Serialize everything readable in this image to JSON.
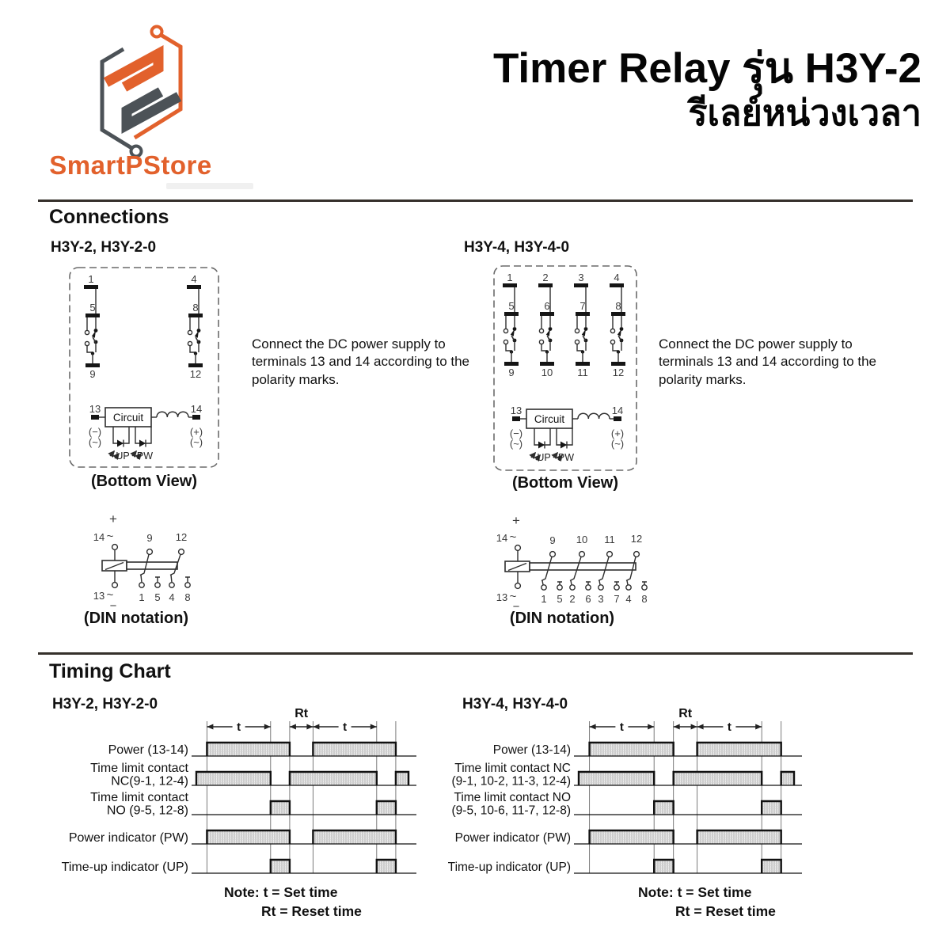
{
  "colors": {
    "logo_orange": "#e2612c",
    "logo_gray": "#4c5257",
    "ink": "#1a1a1a",
    "separator": "#35302b",
    "hatch_fill": "#ececec"
  },
  "header": {
    "brand": "SmartPStore",
    "title_line1": "Timer Relay รุ่น H3Y-2",
    "title_line2": "รีเลย์หน่วงเวลา"
  },
  "connections": {
    "heading": "Connections",
    "instruction": "Connect the DC power supply to terminals 13 and 14 according to the polarity marks.",
    "bottom_view_caption": "(Bottom View)",
    "din_caption": "(DIN notation)",
    "h3y2": {
      "title": "H3Y-2, H3Y-2-0",
      "poles": [
        {
          "nc": "1",
          "no": "5",
          "com": "9"
        },
        {
          "nc": "4",
          "no": "8",
          "com": "12"
        }
      ],
      "power": {
        "left_num": "13",
        "circuit": "Circuit",
        "right_num": "14",
        "left_sign1": "(−)",
        "left_sign2": "(~)",
        "right_sign1": "(+)",
        "right_sign2": "(~)",
        "led1": "UP",
        "led2": "PW"
      },
      "din": {
        "plus": "+",
        "minus": "−",
        "top_num": "14",
        "top_tilde": "~",
        "bottom_num": "13",
        "bottom_tilde": "~",
        "top_terminals": [
          "9",
          "12"
        ],
        "bottom_terminals": [
          "1",
          "5",
          "4",
          "8"
        ]
      }
    },
    "h3y4": {
      "title": "H3Y-4, H3Y-4-0",
      "poles": [
        {
          "nc": "1",
          "no": "5",
          "com": "9"
        },
        {
          "nc": "2",
          "no": "6",
          "com": "10"
        },
        {
          "nc": "3",
          "no": "7",
          "com": "11"
        },
        {
          "nc": "4",
          "no": "8",
          "com": "12"
        }
      ],
      "power": {
        "left_num": "13",
        "circuit": "Circuit",
        "right_num": "14",
        "left_sign1": "(−)",
        "left_sign2": "(~)",
        "right_sign1": "(+)",
        "right_sign2": "(~)",
        "led1": "UP",
        "led2": "PW"
      },
      "din": {
        "plus": "+",
        "minus": "−",
        "top_num": "14",
        "top_tilde": "~",
        "bottom_num": "13",
        "bottom_tilde": "~",
        "top_terminals": [
          "9",
          "10",
          "11",
          "12"
        ],
        "bottom_terminals": [
          "1",
          "5",
          "2",
          "6",
          "3",
          "7",
          "4",
          "8"
        ]
      }
    }
  },
  "timing": {
    "heading": "Timing Chart",
    "t_label": "t",
    "rt_label": "Rt",
    "note_line1": "Note: t = Set time",
    "note_line2": "Rt = Reset time",
    "charts": [
      {
        "title": "H3Y-2, H3Y-2-0",
        "keys": [
          0.05,
          0.35,
          0.44,
          0.55,
          0.85,
          0.94
        ],
        "rows": [
          {
            "lines": [
              "Power (13-14)"
            ],
            "bars": [
              [
                0.05,
                0.44
              ],
              [
                0.55,
                0.94
              ]
            ]
          },
          {
            "lines": [
              "Time limit contact",
              "NC(9-1, 12-4)"
            ],
            "bars": [
              [
                0,
                0.35
              ],
              [
                0.44,
                0.85
              ],
              [
                0.94,
                1
              ]
            ]
          },
          {
            "lines": [
              "Time limit contact",
              "NO (9-5, 12-8)"
            ],
            "bars": [
              [
                0.35,
                0.44
              ],
              [
                0.85,
                0.94
              ]
            ]
          },
          {
            "lines": [
              "Power indicator (PW)"
            ],
            "bars": [
              [
                0.05,
                0.44
              ],
              [
                0.55,
                0.94
              ]
            ]
          },
          {
            "lines": [
              "Time-up indicator (UP)"
            ],
            "bars": [
              [
                0.35,
                0.44
              ],
              [
                0.85,
                0.94
              ]
            ]
          }
        ]
      },
      {
        "title": "H3Y-4, H3Y-4-0",
        "keys": [
          0.05,
          0.35,
          0.44,
          0.55,
          0.85,
          0.94
        ],
        "rows": [
          {
            "lines": [
              "Power (13-14)"
            ],
            "bars": [
              [
                0.05,
                0.44
              ],
              [
                0.55,
                0.94
              ]
            ]
          },
          {
            "lines": [
              "Time limit contact NC",
              "(9-1, 10-2, 11-3, 12-4)"
            ],
            "bars": [
              [
                0,
                0.35
              ],
              [
                0.44,
                0.85
              ],
              [
                0.94,
                1
              ]
            ]
          },
          {
            "lines": [
              "Time limit contact NO",
              "(9-5, 10-6, 11-7, 12-8)"
            ],
            "bars": [
              [
                0.35,
                0.44
              ],
              [
                0.85,
                0.94
              ]
            ]
          },
          {
            "lines": [
              "Power indicator (PW)"
            ],
            "bars": [
              [
                0.05,
                0.44
              ],
              [
                0.55,
                0.94
              ]
            ]
          },
          {
            "lines": [
              "Time-up indicator (UP)"
            ],
            "bars": [
              [
                0.35,
                0.44
              ],
              [
                0.85,
                0.94
              ]
            ]
          }
        ]
      }
    ]
  }
}
